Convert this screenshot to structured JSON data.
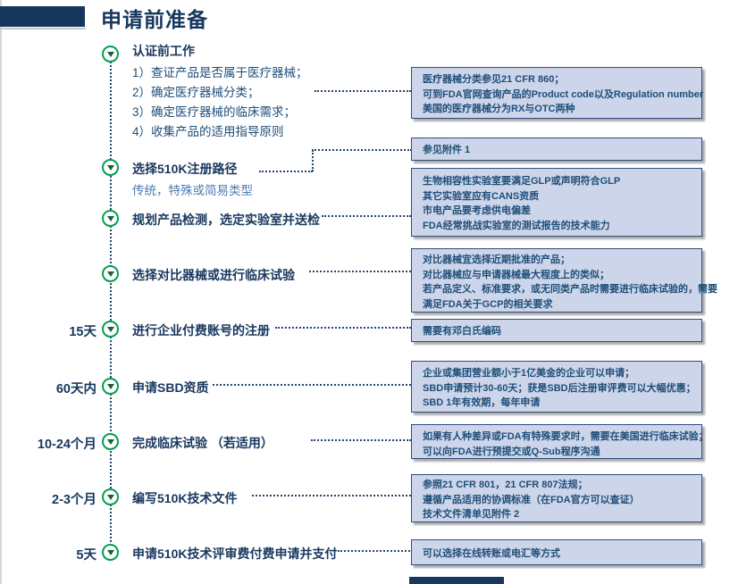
{
  "title": "申请前准备",
  "colors": {
    "accent_navy": "#17375E",
    "marker_green": "#00A04E",
    "note_background": "#CCD5E9",
    "note_border": "#2F4E7C",
    "subtitle_blue": "#4F7AB3"
  },
  "steps": [
    {
      "duration": "",
      "title": "认证前工作",
      "subtitle": "",
      "lines": [
        "1）查证产品是否属于医疗器械；",
        "2）确定医疗器械分类；",
        "3）确定医疗器械的临床需求；",
        "4）收集产品的适用指导原则"
      ]
    },
    {
      "duration": "",
      "title": "选择510K注册路径",
      "subtitle": "传统，特殊或简易类型"
    },
    {
      "duration": "",
      "title": "规划产品检测，选定实验室并送检",
      "subtitle": ""
    },
    {
      "duration": "",
      "title": "选择对比器械或进行临床试验",
      "subtitle": ""
    },
    {
      "duration": "15天",
      "title": "进行企业付费账号的注册",
      "subtitle": ""
    },
    {
      "duration": "60天内",
      "title": "申请SBD资质",
      "subtitle": ""
    },
    {
      "duration": "10-24个月",
      "title": "完成临床试验 （若适用）",
      "subtitle": ""
    },
    {
      "duration": "2-3个月",
      "title": "编写510K技术文件",
      "subtitle": ""
    },
    {
      "duration": "5天",
      "title": "申请510K技术评审费付费申请并支付",
      "subtitle": ""
    }
  ],
  "notes": [
    {
      "lines": [
        "医疗器械分类参见21 CFR 860；",
        "可到FDA官网查询产品的Product code以及Regulation number",
        "美国的医疗器械分为RX与OTC两种"
      ]
    },
    {
      "lines": [
        "参见附件 1"
      ]
    },
    {
      "lines": [
        "生物相容性实验室要满足GLP或声明符合GLP",
        "其它实验室应有CANS资质",
        "市电产品要考虑供电偏差",
        "FDA经常挑战实验室的测试报告的技术能力"
      ]
    },
    {
      "lines": [
        "对比器械宜选择近期批准的产品；",
        "对比器械应与申请器械最大程度上的类似；",
        "若产品定义、标准要求，或无同类产品时需要进行临床试验的，需要",
        "满足FDA关于GCP的相关要求"
      ]
    },
    {
      "lines": [
        "需要有邓白氏编码"
      ]
    },
    {
      "lines": [
        "企业或集团营业额小于1亿美金的企业可以申请；",
        "SBD申请预计30-60天；获是SBD后注册审评费可以大幅优惠；",
        "SBD 1年有效期，每年申请"
      ]
    },
    {
      "lines": [
        "如果有人种差异或FDA有特殊要求时，需要在美国进行临床试验；",
        "可以向FDA进行预提交或Q-Sub程序沟通"
      ]
    },
    {
      "lines": [
        "参照21 CFR 801，21 CFR 807法规；",
        "遵循产品适用的协调标准（在FDA官方可以查证）",
        "技术文件清单见附件 2"
      ]
    },
    {
      "lines": [
        "可以选择在线转账或电汇等方式"
      ]
    }
  ]
}
